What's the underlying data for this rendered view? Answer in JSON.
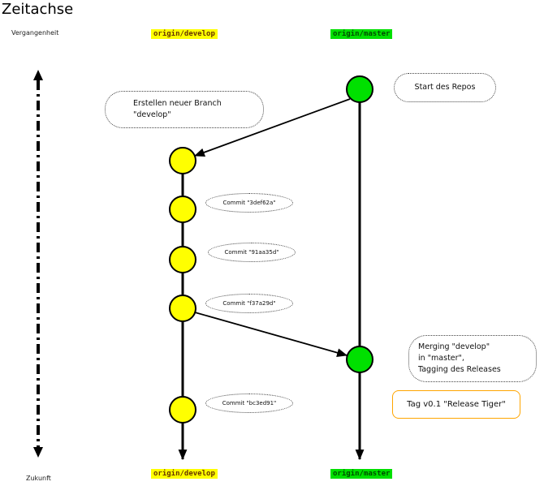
{
  "title": "Zeitachse",
  "timeline": {
    "past_label": "Vergangenheit",
    "future_label": "Zukunft"
  },
  "branches": {
    "develop": {
      "label": "origin/develop",
      "color": "#ffff00",
      "text_color": "#663300"
    },
    "master": {
      "label": "origin/master",
      "color": "#00e000",
      "text_color": "#004d00"
    }
  },
  "callouts": {
    "start": "Start des Repos",
    "create_branch": "Erstellen neuer Branch\n\"develop\"",
    "merge": "Merging \"develop\"\nin \"master\",\nTagging des Releases",
    "tag": "Tag v0.1 \"Release Tiger\""
  },
  "commits": [
    {
      "label": "Commit \"3def62a\""
    },
    {
      "label": "Commit \"91aa35d\""
    },
    {
      "label": "Commit \"f37a29d\""
    },
    {
      "label": "Commit \"bc3ed91\""
    }
  ],
  "colors": {
    "line": "#000000",
    "callout_border": "#444444",
    "tag_border": "#ffa500"
  }
}
